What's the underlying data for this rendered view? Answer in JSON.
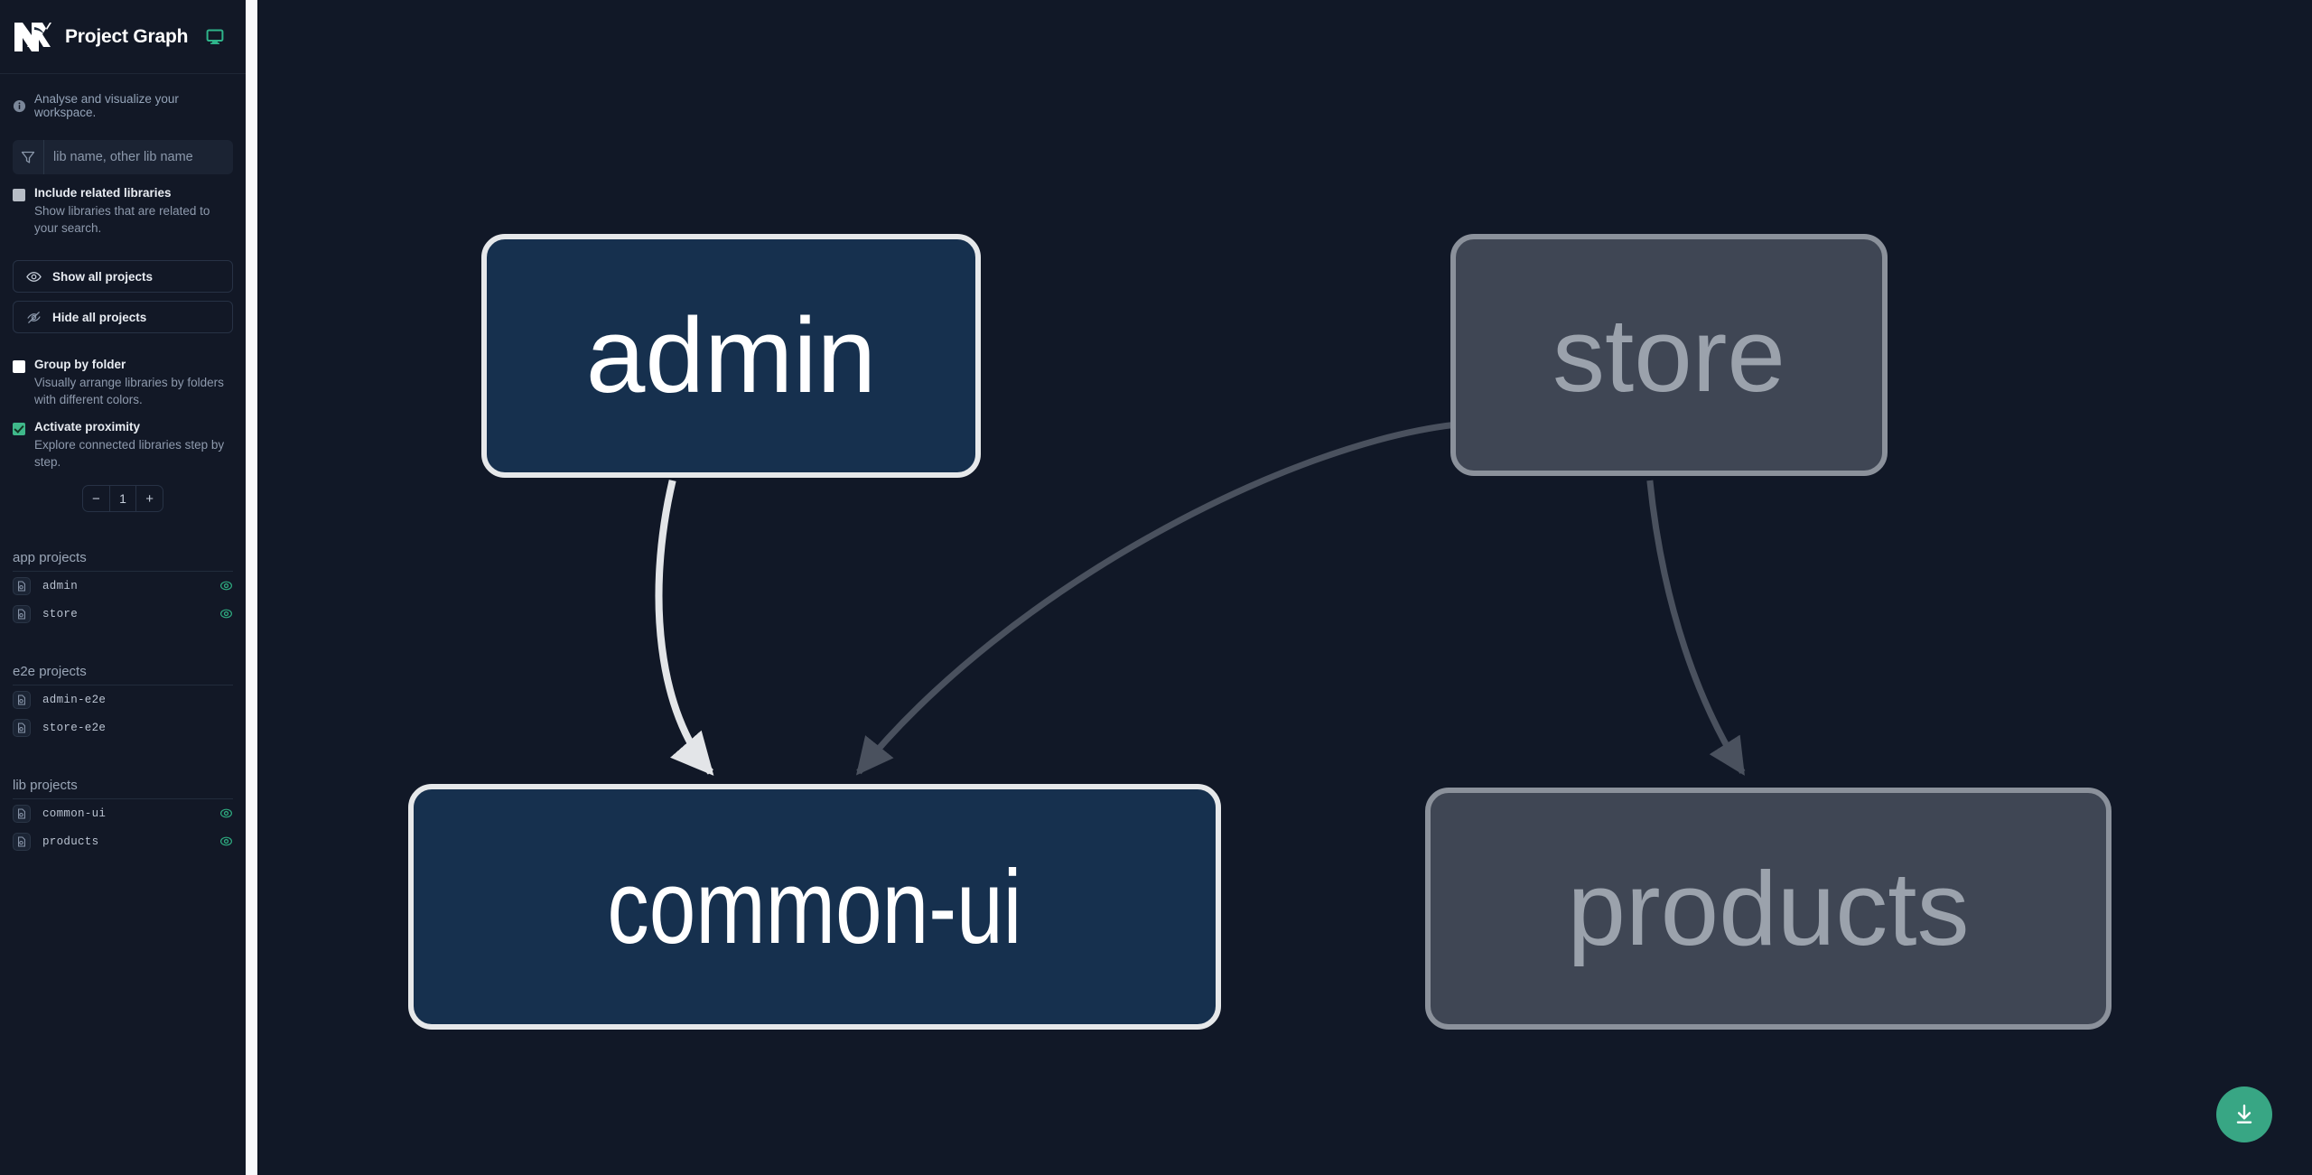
{
  "app": {
    "title": "Project Graph",
    "tagline": "Analyse and visualize your workspace.",
    "logo_alt": "nx-logo",
    "accent_green": "#3fb88a",
    "focus_node_fill": "#16304e",
    "focus_node_border": "#e6e8ea",
    "dim_node_fill": "#3f4654",
    "dim_node_border": "#8b919b",
    "canvas_bg": "#111827",
    "sidebar_bg": "#121826"
  },
  "search": {
    "value": "",
    "placeholder": "lib name, other lib name",
    "icon": "filter-icon"
  },
  "options": {
    "include_related": {
      "label": "Include related libraries",
      "description": "Show libraries that are related to your search.",
      "checked": false
    },
    "group_by_folder": {
      "label": "Group by folder",
      "description": "Visually arrange libraries by folders with different colors.",
      "checked": false
    },
    "activate_proximity": {
      "label": "Activate proximity",
      "description": "Explore connected libraries step by step.",
      "checked": true
    }
  },
  "buttons": {
    "show_all": {
      "label": "Show all projects",
      "icon": "eye-icon"
    },
    "hide_all": {
      "label": "Hide all projects",
      "icon": "eye-off-icon"
    }
  },
  "stepper": {
    "decrement": "−",
    "value": "1",
    "increment": "+"
  },
  "groups": [
    {
      "heading": "app projects",
      "items": [
        {
          "name": "admin",
          "visible": true
        },
        {
          "name": "store",
          "visible": true
        }
      ]
    },
    {
      "heading": "e2e projects",
      "items": [
        {
          "name": "admin-e2e",
          "visible": false
        },
        {
          "name": "store-e2e",
          "visible": false
        }
      ]
    },
    {
      "heading": "lib projects",
      "items": [
        {
          "name": "common-ui",
          "visible": true
        },
        {
          "name": "products",
          "visible": true
        }
      ]
    }
  ],
  "graph": {
    "nodes": [
      {
        "id": "admin",
        "label": "admin",
        "state": "focus"
      },
      {
        "id": "store",
        "label": "store",
        "state": "dim"
      },
      {
        "id": "common-ui",
        "label": "common-ui",
        "state": "focus"
      },
      {
        "id": "products",
        "label": "products",
        "state": "dim"
      }
    ],
    "edges": [
      {
        "from": "admin",
        "to": "common-ui",
        "state": "focus"
      },
      {
        "from": "store",
        "to": "common-ui",
        "state": "dim"
      },
      {
        "from": "store",
        "to": "products",
        "state": "dim"
      }
    ]
  },
  "fab": {
    "label": "download-image",
    "icon": "download-icon",
    "color": "#38a684"
  }
}
